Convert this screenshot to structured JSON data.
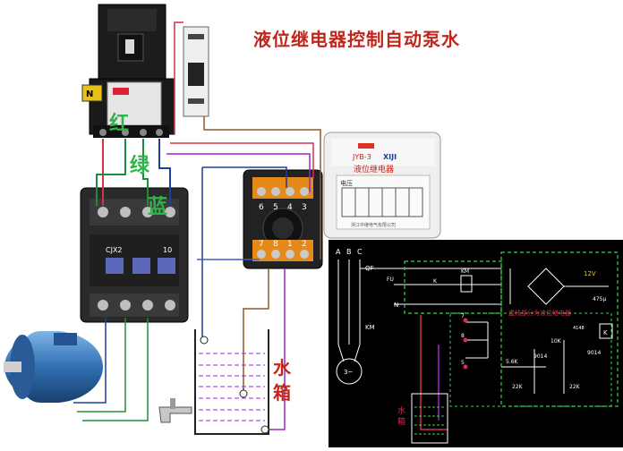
{
  "title": "液位继电器控制自动泵水",
  "handwritten": [
    "红",
    "绿",
    "蓝"
  ],
  "breaker": {
    "n_label": "N"
  },
  "relay_box": {
    "brand": "JYB-3",
    "logo": "XIJI",
    "name": "液位继电器",
    "voltage_label": "电压",
    "maker": "浙江中继电气有限公司"
  },
  "socket": {
    "top_pins": [
      "6",
      "5",
      "4",
      "3"
    ],
    "bottom_pins": [
      "7",
      "8",
      "1",
      "2"
    ]
  },
  "contactor": {
    "model": "CJX2",
    "pole": "10"
  },
  "tank_label": [
    "水",
    "箱"
  ],
  "schematic": {
    "phases": [
      "A",
      "B",
      "C"
    ],
    "qf": "QF",
    "fu": "FU",
    "km_coil": "KM",
    "k_contact": "K",
    "n": "N",
    "km_motor": "KM",
    "motor": "3~",
    "dashed_caption": "虚线部分为液位继电器",
    "voltage": "12V",
    "cap": "475μ",
    "diode": "4148",
    "relay_k": "K",
    "r1": "10K",
    "r2": "5.6K",
    "r3": "22K",
    "r4": "22K",
    "t1": "9014",
    "t2": "9014",
    "probes": [
      "7",
      "8",
      "5"
    ],
    "tank_label": [
      "水",
      "箱"
    ]
  }
}
